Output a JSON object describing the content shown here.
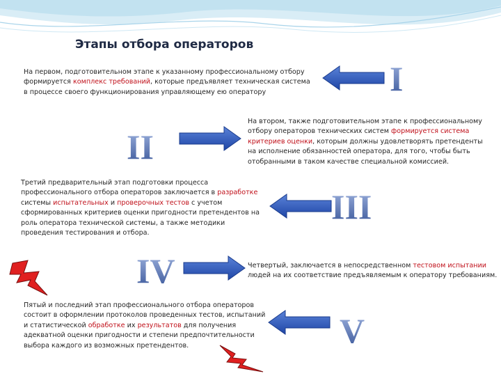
{
  "title": "Этапы отбора операторов",
  "colors": {
    "accent": "#c0101a",
    "roman": "#4a62a3",
    "arrow": "#2e56b5",
    "bolt": "#e02020"
  },
  "stages": [
    {
      "numeral": "I",
      "direction": "left",
      "parts": [
        {
          "t": "На первом, подготовительном этапе к указанному профессиональному отбору формируется "
        },
        {
          "t": "комплекс требований",
          "hl": true
        },
        {
          "t": ", которые предъявляет техническая система в процессе своего функционирования управляющему ею оператору"
        }
      ]
    },
    {
      "numeral": "II",
      "direction": "right",
      "parts": [
        {
          "t": "На втором, также подготовительном этапе к профессиональному отбору операторов технических систем "
        },
        {
          "t": "формируется система критериев оценки",
          "hl": true
        },
        {
          "t": ", которым должны удовлетворять претенденты на исполнение обязанностей оператора, для того, чтобы быть отобранными в таком качестве специальной комиссией."
        }
      ]
    },
    {
      "numeral": "III",
      "direction": "left",
      "parts": [
        {
          "t": "Третий предварительный этап подготовки процесса профессионального отбора операторов заключается в "
        },
        {
          "t": "разработке",
          "hl": true
        },
        {
          "t": " системы "
        },
        {
          "t": "испытательных",
          "hl": true
        },
        {
          "t": " и "
        },
        {
          "t": "проверочных тестов",
          "hl": true
        },
        {
          "t": " с учетом сформированных критериев оценки пригодности претендентов на роль оператора технической системы, а также методики проведения тестирования и отбора."
        }
      ]
    },
    {
      "numeral": "IV",
      "direction": "right",
      "parts": [
        {
          "t": "Четвертый, заключается в непосредственном "
        },
        {
          "t": "тестовом испытании",
          "hl": true
        },
        {
          "t": " людей на их соответствие предъявляемым к оператору требованиям."
        }
      ]
    },
    {
      "numeral": "V",
      "direction": "left",
      "parts": [
        {
          "t": "Пятый и последний этап профессионального отбора операторов состоит в оформлении протоколов проведенных тестов, испытаний и статистической "
        },
        {
          "t": "обработке",
          "hl": true
        },
        {
          "t": " их "
        },
        {
          "t": "результатов",
          "hl": true
        },
        {
          "t": " для получения адекватной оценки пригодности и степени предпочтительности выбора каждого из возможных претендентов."
        }
      ]
    }
  ]
}
